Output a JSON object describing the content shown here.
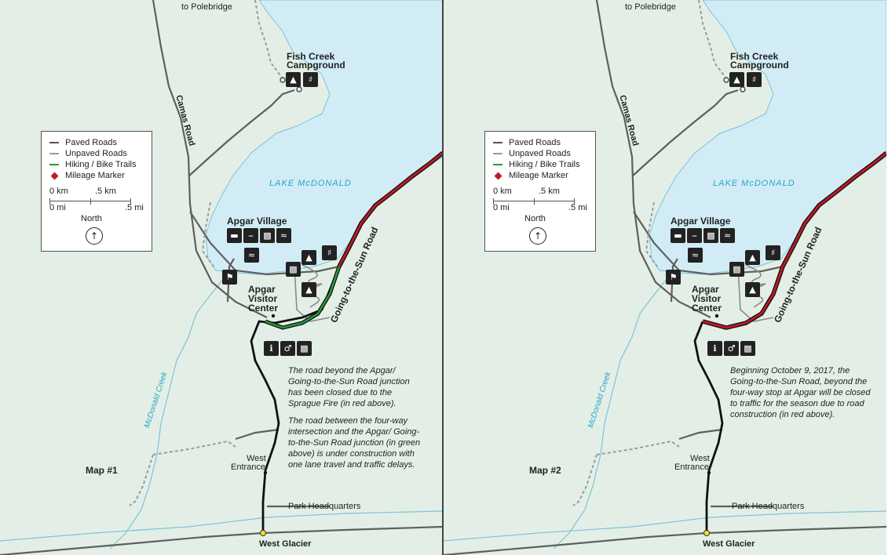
{
  "colors": {
    "land": "#e3efe6",
    "lake": "#d2ecf6",
    "paved_road": "#5f5f5f",
    "main_road": "#111111",
    "closed_road": "#c01a26",
    "construction_road": "#2a9d3a",
    "water_line": "#7cc3d9",
    "trail": "#9b9b9b",
    "label_water": "#2aa3c9"
  },
  "icons": [
    "lodging-icon",
    "dining-icon",
    "bus-icon",
    "boat-launch-icon",
    "campground-icon",
    "picnic-area-icon",
    "hiker-icon",
    "information-icon",
    "restrooms-icon"
  ],
  "maps": [
    {
      "map_label": "Map #1",
      "labels": {
        "to_polebridge": "to Polebridge",
        "fish_creek_line1": "Fish Creek",
        "fish_creek_line2": "Campground",
        "camas_road": "Camas Road",
        "lake_mcdonald": "LAKE  McDONALD",
        "apgar_village": "Apgar Village",
        "apgar_visitor_line1": "Apgar",
        "apgar_visitor_line2": "Visitor",
        "apgar_visitor_line3": "Center",
        "going_to_the_sun_road": "Going-to-the-Sun Road",
        "mcdonald_creek": "McDonald Creek",
        "west_entrance_line1": "West",
        "west_entrance_line2": "Entrance",
        "park_headquarters": "Park Headquarters",
        "west_glacier": "West Glacier"
      },
      "legend": {
        "paved_roads": "Paved Roads",
        "unpaved_roads": "Unpaved Roads",
        "trails": "Hiking / Bike Trails",
        "mileage_marker": "Mileage Marker",
        "scale_km_0": "0 km",
        "scale_km_half": ".5 km",
        "scale_mi_0": "0 mi",
        "scale_mi_half": ".5 mi",
        "north": "North"
      },
      "notes": [
        "The road beyond the Apgar/ Going-to-the-Sun Road junction has been closed due to the Sprague Fire (in red above).",
        "The road between the four-way intersection and the Apgar/ Going-to-the-Sun Road junction (in green above) is under construction with one lane travel and traffic delays."
      ]
    },
    {
      "map_label": "Map #2",
      "labels": {
        "to_polebridge": "to Polebridge",
        "fish_creek_line1": "Fish Creek",
        "fish_creek_line2": "Campground",
        "camas_road": "Camas Road",
        "lake_mcdonald": "LAKE  McDONALD",
        "apgar_village": "Apgar Village",
        "apgar_visitor_line1": "Apgar",
        "apgar_visitor_line2": "Visitor",
        "apgar_visitor_line3": "Center",
        "going_to_the_sun_road": "Going-to-the-Sun Road",
        "mcdonald_creek": "McDonald Creek",
        "west_entrance_line1": "West",
        "west_entrance_line2": "Entrance",
        "park_headquarters": "Park Headquarters",
        "west_glacier": "West Glacier"
      },
      "legend": {
        "paved_roads": "Paved Roads",
        "unpaved_roads": "Unpaved Roads",
        "trails": "Hiking / Bike Trails",
        "mileage_marker": "Mileage Marker",
        "scale_km_0": "0 km",
        "scale_km_half": ".5 km",
        "scale_mi_0": "0 mi",
        "scale_mi_half": ".5 mi",
        "north": "North"
      },
      "notes": [
        "Beginning October 9, 2017, the Going-to-the-Sun Road, beyond the four-way stop at Apgar will be closed to traffic for the season due to road construction (in red above)."
      ]
    }
  ]
}
